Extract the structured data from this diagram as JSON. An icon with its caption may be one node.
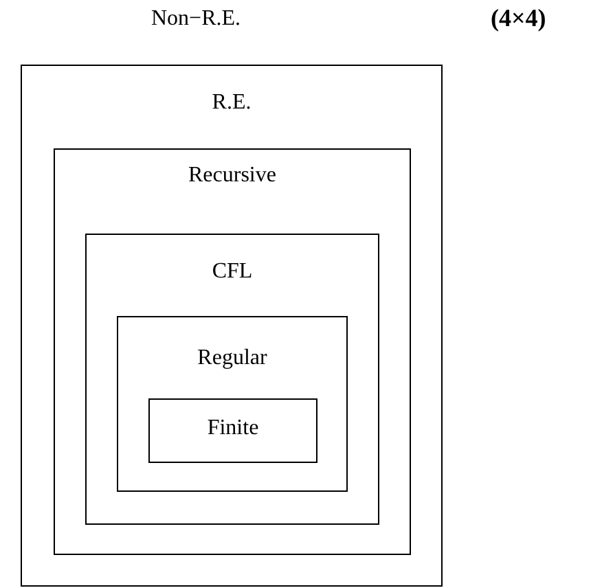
{
  "diagram": {
    "nodes": [
      {
        "text": [
          "R.E."
        ]
      },
      {
        "text": [
          "Recursive"
        ],
        "in": 0
      },
      {
        "text": [
          "CFL"
        ],
        "in": 1
      },
      {
        "text": [
          "Regular"
        ],
        "in": 2
      },
      {
        "text": [
          "Finite"
        ],
        "in": 3
      }
    ],
    "labels": [
      "Non−R.E.",
      "(4×4)"
    ]
  }
}
